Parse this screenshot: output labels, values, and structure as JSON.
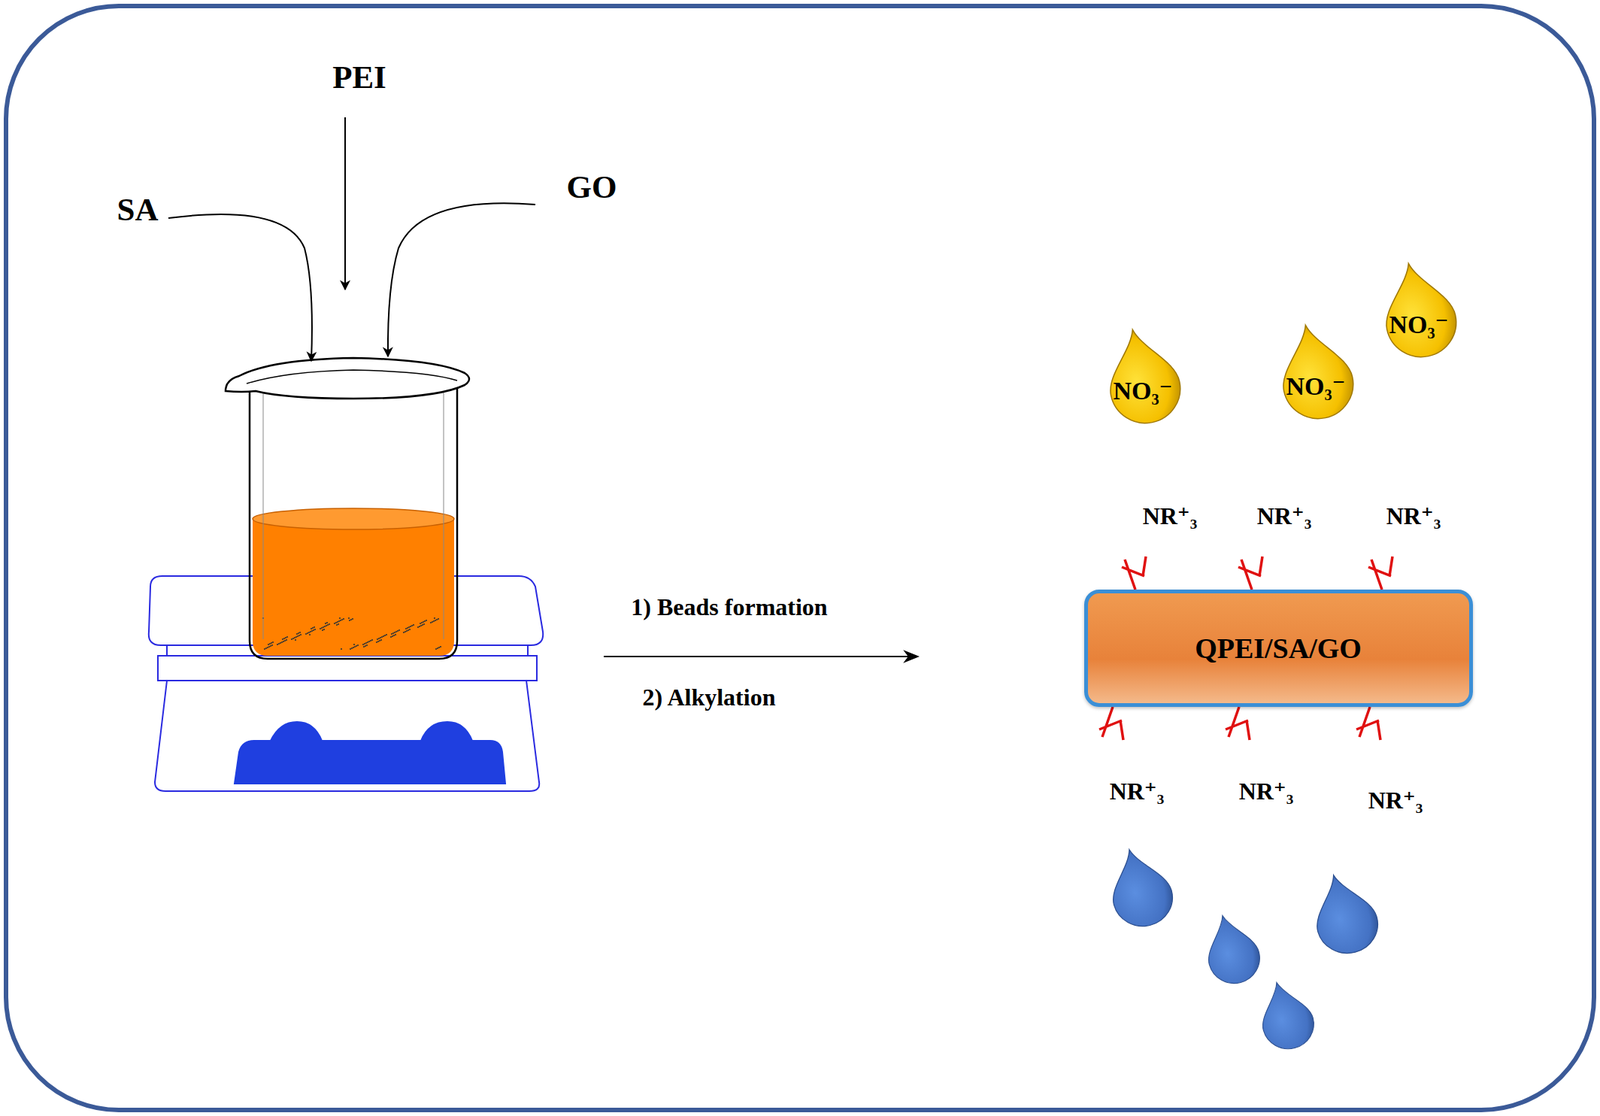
{
  "diagram": {
    "nodes": [
      {
        "text": [
          "NO₃⁻"
        ]
      },
      {
        "text": [
          "NO₃⁻"
        ]
      },
      {
        "text": [
          "NO₃⁻"
        ]
      },
      {
        "text": [
          "QPEI/SA/GO"
        ]
      }
    ],
    "labels": [
      "PEI",
      "SA",
      "GO",
      "1) Beads formation",
      "2) Alkylation",
      "NR⁺₃",
      "NR⁺₃",
      "NR⁺₃",
      "NR⁺₃",
      "NR⁺₃",
      "NR⁺₃"
    ]
  }
}
